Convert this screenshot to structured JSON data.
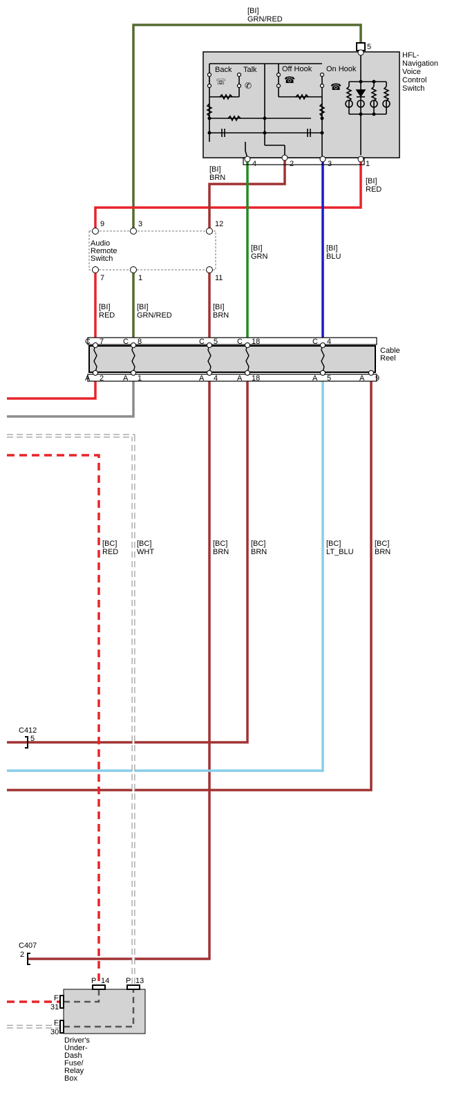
{
  "colors": {
    "red": "#e8232a",
    "grn": "#228b22",
    "blu": "#1a1acc",
    "brn": "#a03232",
    "grn_red": "#556b2f",
    "lt_blu": "#87cdea",
    "wht": "#aaaaaa",
    "gray": "#8c8c8c",
    "box_fill": "#d3d3d3"
  },
  "components": {
    "hfl_switch": {
      "title": [
        "HFL-",
        "Navigation",
        "Voice",
        "Control",
        "Switch"
      ],
      "buttons": {
        "back": "Back",
        "talk": "Talk",
        "off_hook": "Off Hook",
        "on_hook": "On Hook"
      },
      "pins": {
        "p5": "5",
        "p4": "4",
        "p2": "2",
        "p3": "3",
        "p1": "1"
      }
    },
    "audio_remote_switch": {
      "title": [
        "Audio",
        "Remote",
        "Switch"
      ],
      "top_pins": {
        "p9": "9",
        "p3": "3",
        "p12": "12"
      },
      "bottom_pins": {
        "p7": "7",
        "p1": "1",
        "p11": "11"
      }
    },
    "cable_reel": {
      "title": [
        "Cable",
        "Reel"
      ],
      "c_prefix": "C",
      "a_prefix": "A",
      "c_pins": {
        "p7": "7",
        "p8": "8",
        "p5": "5",
        "p18": "18",
        "p4": "4"
      },
      "a_pins": {
        "p2": "2",
        "p1": "1",
        "p4": "4",
        "p18": "18",
        "p5": "5",
        "p9": "9"
      }
    },
    "fuse_box": {
      "title": [
        "Driver's",
        "Under-",
        "Dash",
        "Fuse/",
        "Relay",
        "Box"
      ],
      "p_prefix": "P",
      "f_prefix": "F",
      "pins": {
        "p14": "14",
        "p13": "13",
        "f31": "31",
        "f30": "30"
      }
    },
    "connectors": {
      "c412": {
        "name": "C412",
        "pin": "5"
      },
      "c407": {
        "name": "C407",
        "pin": "2"
      }
    }
  },
  "wire_labels": {
    "top_grn_red": {
      "loc": "[BI]",
      "color": "GRN/RED"
    },
    "hfl_brn": {
      "loc": "[BI]",
      "color": "BRN"
    },
    "hfl_red": {
      "loc": "[BI]",
      "color": "RED"
    },
    "hfl_grn": {
      "loc": "[BI]",
      "color": "GRN"
    },
    "hfl_blu": {
      "loc": "[BI]",
      "color": "BLU"
    },
    "ars_red": {
      "loc": "[BI]",
      "color": "RED"
    },
    "ars_grn_red": {
      "loc": "[BI]",
      "color": "GRN/RED"
    },
    "ars_brn": {
      "loc": "[BI]",
      "color": "BRN"
    },
    "bc_red": {
      "loc": "[BC]",
      "color": "RED"
    },
    "bc_wht": {
      "loc": "[BC]",
      "color": "WHT"
    },
    "bc_brn1": {
      "loc": "[BC]",
      "color": "BRN"
    },
    "bc_brn2": {
      "loc": "[BC]",
      "color": "BRN"
    },
    "bc_lt_blu": {
      "loc": "[BC]",
      "color": "LT_BLU"
    },
    "bc_brn3": {
      "loc": "[BC]",
      "color": "BRN"
    }
  }
}
